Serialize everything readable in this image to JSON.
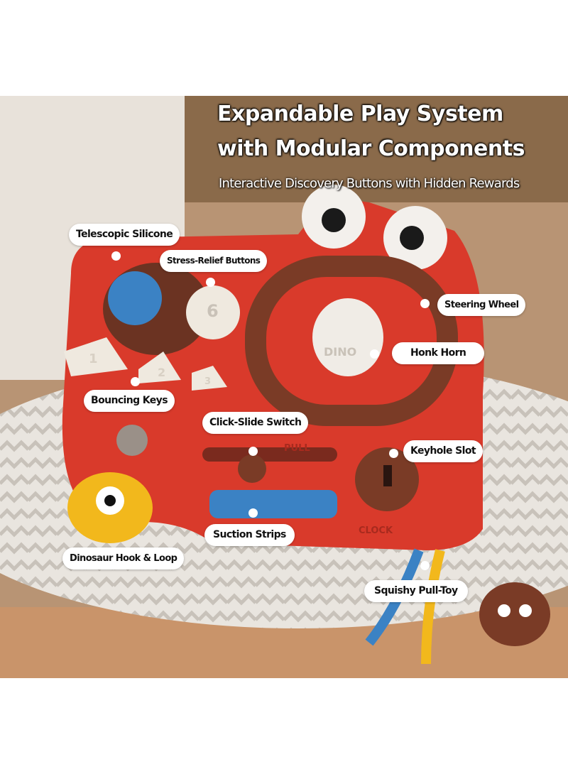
{
  "headline": {
    "line1": "Expandable Play System",
    "line2": "with Modular Components",
    "subtitle": "Interactive Discovery Buttons with Hidden Rewards"
  },
  "callouts": [
    {
      "label": "Telescopic Silicone"
    },
    {
      "label": "Stress-Relief Buttons"
    },
    {
      "label": "Steering Wheel"
    },
    {
      "label": "Honk Horn"
    },
    {
      "label": "Bouncing Keys"
    },
    {
      "label": "Click-Slide Switch"
    },
    {
      "label": "Keyhole Slot"
    },
    {
      "label": "Suction Strips"
    },
    {
      "label": "Dinosaur Hook & Loop"
    },
    {
      "label": "Squishy Pull-Toy"
    }
  ],
  "toy_markings": {
    "horn": "DINO",
    "pull": "PULL",
    "clock": "CLOCK",
    "keys": [
      "1",
      "2",
      "3"
    ],
    "button": "6"
  },
  "colors": {
    "board": "#d93a2b",
    "brown": "#7a3b26",
    "blue": "#3b82c4",
    "yellow": "#f2b81c",
    "cream": "#efe9df"
  }
}
